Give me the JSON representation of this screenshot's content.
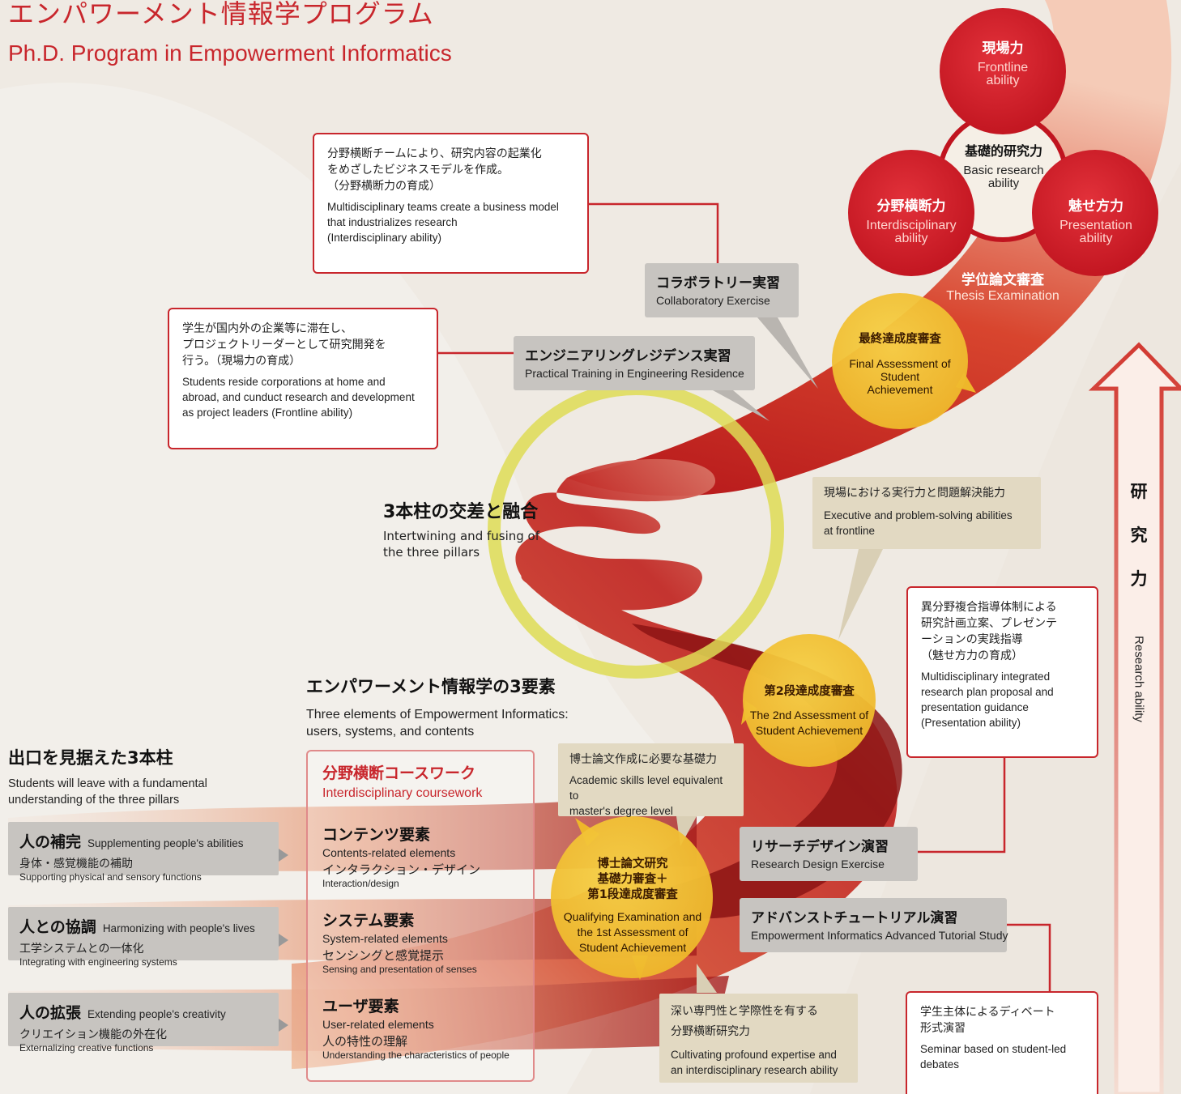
{
  "title": {
    "jp": "エンパワーメント情報学プログラム",
    "en": "Ph.D. Program in Empowerment Informatics"
  },
  "top_abilities": {
    "frontline": {
      "jp": "現場力",
      "en": "Frontline\nability"
    },
    "basic": {
      "jp": "基礎的研究力",
      "en": "Basic research\nability"
    },
    "interdisciplinary": {
      "jp": "分野横断力",
      "en": "Interdisciplinary\nability"
    },
    "presentation": {
      "jp": "魅せ方力",
      "en": "Presentation\nability"
    },
    "thesis": {
      "jp": "学位論文審査",
      "en": "Thesis Examination"
    }
  },
  "assessments": {
    "final": {
      "jp": "最終達成度審査",
      "en": "Final Assessment of\nStudent\nAchievement"
    },
    "second": {
      "jp": "第2段達成度審査",
      "en": "The 2nd Assessment of\nStudent Achievement"
    },
    "qualifying": {
      "jp": "博士論文研究\n基礎力審査＋\n第1段達成度審査",
      "en": "Qualifying Examination and\nthe 1st Assessment of\nStudent Achievement"
    }
  },
  "red_boxes": {
    "collab_desc": {
      "jp": "分野横断チームにより、研究内容の起業化\nをめざしたビジネスモデルを作成。\n（分野横断力の育成）",
      "en": "Multidisciplinary teams create a business model\nthat industrializes research\n(Interdisciplinary ability)"
    },
    "residence_desc": {
      "jp": "学生が国内外の企業等に滞在し、\nプロジェクトリーダーとして研究開発を\n行う。（現場力の育成）",
      "en": "Students reside corporations at home and\nabroad, and cunduct research and development\nas project leaders (Frontline ability)"
    },
    "presentation_desc": {
      "jp": "異分野複合指導体制による\n研究計画立案、プレゼンテ\nーションの実践指導\n（魅せ方力の育成）",
      "en": "Multidisciplinary integrated\nresearch plan proposal and\npresentation guidance\n(Presentation ability)"
    },
    "seminar_desc": {
      "jp": "学生主体によるディベート\n形式演習",
      "en": "Seminar based on student-led\ndebates"
    }
  },
  "courses": {
    "collaboratory": {
      "jp": "コラボラトリー実習",
      "en": "Collaboratory Exercise"
    },
    "residence": {
      "jp": "エンジニアリングレジデンス実習",
      "en": "Practical Training in Engineering Residence"
    },
    "research_design": {
      "jp": "リサーチデザイン演習",
      "en": "Research Design Exercise"
    },
    "advanced_tutorial": {
      "jp": "アドバンストチュートリアル演習",
      "en": "Empowerment Informatics Advanced Tutorial Study"
    }
  },
  "tan_boxes": {
    "executive": {
      "jp": "現場における実行力と問題解決能力",
      "en": "Executive and problem-solving abilities\nat frontline"
    },
    "academic": {
      "jp": "博士論文作成に必要な基礎力",
      "en": "Academic skills level equivalent to\nmaster's degree level"
    },
    "profound": {
      "jp": "深い専門性と学際性を有する\n分野横断研究力",
      "en": "Cultivating profound expertise and\nan interdisciplinary research ability"
    }
  },
  "fusion": {
    "jp": "3本柱の交差と融合",
    "en": "Intertwining and fusing of\nthe three pillars"
  },
  "three_elements": {
    "jp": "エンパワーメント情報学の3要素",
    "en": "Three elements of Empowerment Informatics:\nusers, systems, and contents"
  },
  "pillars_heading": {
    "jp": "出口を見据えた3本柱",
    "en": "Students will leave with a fundamental\nunderstanding of the three pillars"
  },
  "pillars": [
    {
      "jp": "人の補完",
      "en": "Supplementing people's abilities",
      "sub_jp": "身体・感覚機能の補助",
      "sub_en": "Supporting physical and sensory functions"
    },
    {
      "jp": "人との協調",
      "en": "Harmonizing with people's lives",
      "sub_jp": "工学システムとの一体化",
      "sub_en": "Integrating with engineering systems"
    },
    {
      "jp": "人の拡張",
      "en": "Extending people's creativity",
      "sub_jp": "クリエイション機能の外在化",
      "sub_en": "Externalizing creative functions"
    }
  ],
  "coursework": {
    "title_jp": "分野横断コースワーク",
    "title_en": "Interdisciplinary coursework",
    "elements": [
      {
        "jp": "コンテンツ要素",
        "en": "Contents-related elements",
        "sub_jp": "インタラクション・デザイン",
        "sub_en": "Interaction/design"
      },
      {
        "jp": "システム要素",
        "en": "System-related elements",
        "sub_jp": "センシングと感覚提示",
        "sub_en": "Sensing and presentation of senses"
      },
      {
        "jp": "ユーザ要素",
        "en": "User-related elements",
        "sub_jp": "人の特性の理解",
        "sub_en": "Understanding the characteristics of people"
      }
    ]
  },
  "research_ability": {
    "jp": [
      "研",
      "究",
      "力"
    ],
    "en": "Research ability"
  },
  "colors": {
    "accent_red": "#c8262c",
    "yellow": "#f2c52e",
    "gray_box": "#c7c4c0",
    "tan_box": "#e2d9c2",
    "background": "#efeae3"
  }
}
